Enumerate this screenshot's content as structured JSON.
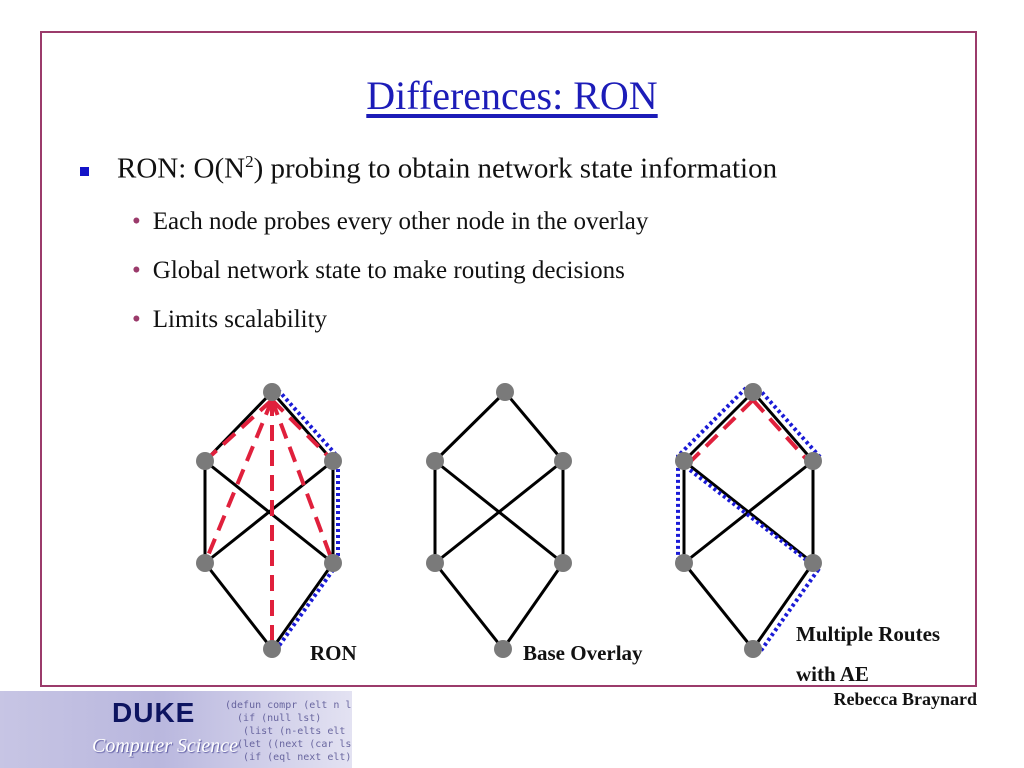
{
  "slide": {
    "title": "Differences: RON",
    "bullet": {
      "prefix": "RON: O(N",
      "sup": "2",
      "suffix": ") probing to obtain network state information"
    },
    "subbullets": [
      "Each node probes every other node in the overlay",
      "Global network state to make routing decisions",
      "Limits scalability"
    ],
    "diagram_labels": {
      "ron": "RON",
      "base": "Base Overlay",
      "multi_line1": "Multiple Routes",
      "multi_line2": "with AE"
    },
    "author": "Rebecca Braynard",
    "logo": {
      "name": "DUKE",
      "subtitle": "Computer Science",
      "code_lines": [
        "(defun compr (elt n lst)",
        "  (if (null lst)",
        "   (list (n-elts elt n))",
        "  (let ((next (car lst)))",
        "   (if (eql next elt)"
      ]
    },
    "colors": {
      "title": "#1c1cb8",
      "frame": "#9b3b6b",
      "probe_dash": "#e0203c",
      "route_dot": "#1a1ad6",
      "node": "#7a7a7a"
    }
  }
}
